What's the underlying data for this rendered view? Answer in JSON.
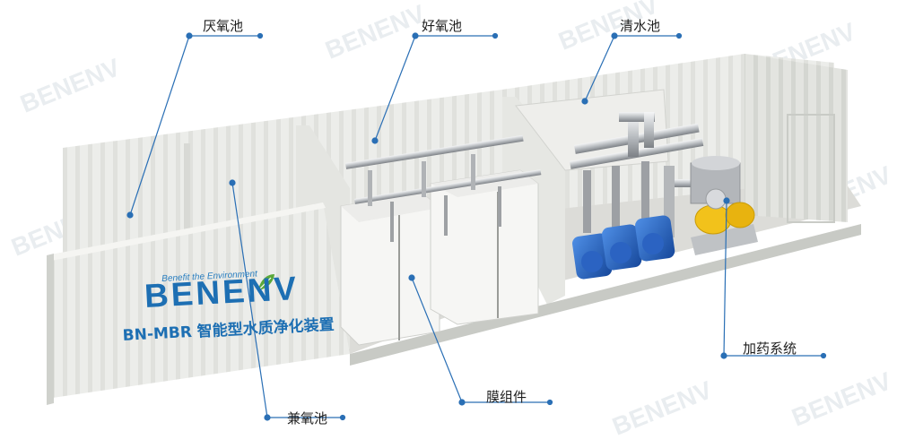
{
  "callouts": {
    "anaerobic": "厌氧池",
    "aerobic": "好氧池",
    "clear_water": "清水池",
    "anoxic": "兼氧池",
    "membrane": "膜组件",
    "dosing": "加药系统"
  },
  "brand": {
    "tagline": "Benefit the Environment",
    "name": "BENENV",
    "product": "BN-MBR 智能型水质净化装置"
  },
  "colors": {
    "callout_line": "#2a6fb5",
    "brand_blue": "#1d6fb3",
    "pump_blue": "#1f5fbf",
    "motor_yellow": "#f2c21b",
    "container_wall": "#e9eae6"
  },
  "icons": {
    "brand_leaf": "leaf-icon"
  }
}
